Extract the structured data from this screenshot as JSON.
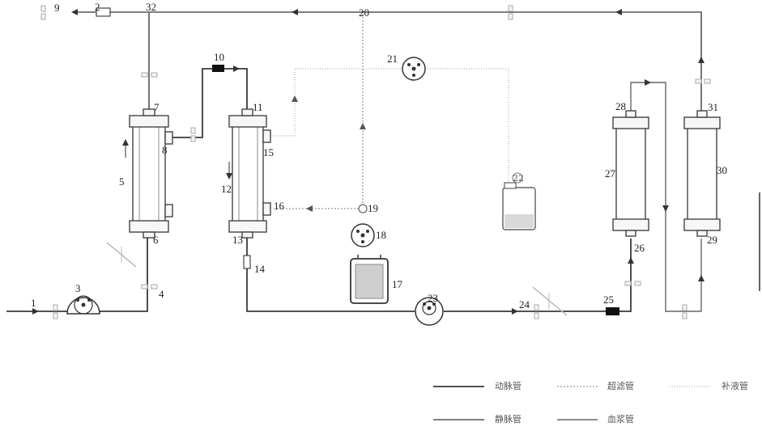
{
  "labels": {
    "n1": "1",
    "n2": "2",
    "n3": "3",
    "n4": "4",
    "n5": "5",
    "n6": "6",
    "n7": "7",
    "n8": "8",
    "n9": "9",
    "n10": "10",
    "n11": "11",
    "n12": "12",
    "n13": "13",
    "n14": "14",
    "n15": "15",
    "n16": "16",
    "n17": "17",
    "n18": "18",
    "n19": "19",
    "n20": "20",
    "n21": "21",
    "n22": "22",
    "n23": "23",
    "n24": "24",
    "n25": "25",
    "n26": "26",
    "n27": "27",
    "n28": "28",
    "n29": "29",
    "n30": "30",
    "n31": "31",
    "n32": "32"
  },
  "legend": {
    "arterial": "动脉管",
    "ultrafiltrate": "超滤管",
    "supplement": "补液管",
    "venous": "静脉管",
    "plasma": "血浆管"
  },
  "colors": {
    "line_dark": "#3a3a3a",
    "line_gray": "#9a9a9a",
    "connector_black": "#111111"
  }
}
